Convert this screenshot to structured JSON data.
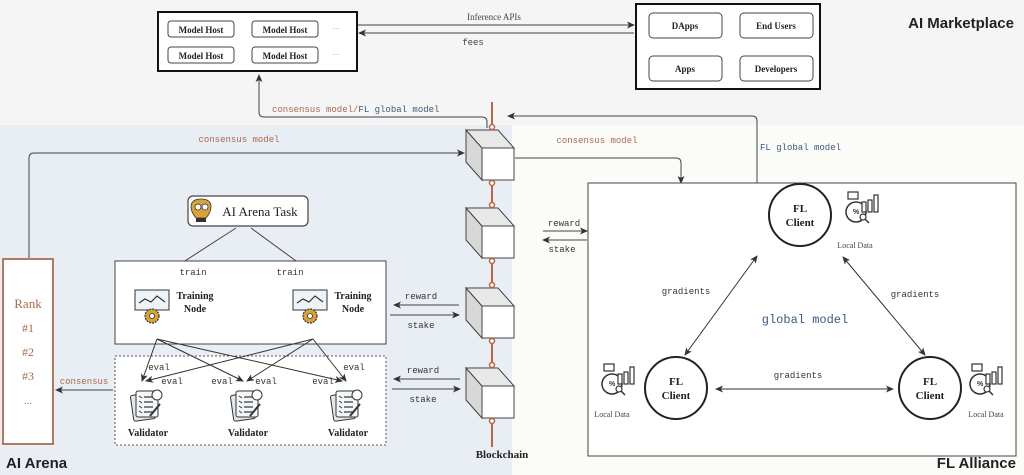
{
  "regions": {
    "marketplace": "AI Marketplace",
    "arena": "AI Arena",
    "alliance": "FL Alliance",
    "blockchain": "Blockchain"
  },
  "colors": {
    "marketplace_bg": "#f5f5f5",
    "arena_bg": "#e9eef4",
    "alliance_bg": "#fbfcf8",
    "consensus_text": "#a86a4f",
    "fl_text": "#3d5a7a",
    "chain_link": "#b8654a",
    "rank_border": "#b07a62",
    "gear": "#d9a23a",
    "line": "#333333"
  },
  "model_hosts": {
    "items": [
      "Model Host",
      "Model Host",
      "Model Host",
      "Model Host"
    ],
    "more": "···"
  },
  "consumers": [
    "DApps",
    "End Users",
    "Apps",
    "Developers"
  ],
  "marketplace_links": {
    "inference": "Inference APIs",
    "fees": "fees"
  },
  "flows": {
    "to_marketplace_part1": "consensus model/",
    "to_marketplace_part2": "FL global model",
    "arena_consensus_model": "consensus model",
    "alliance_consensus_model": "consensus model",
    "fl_global_model": "FL global model"
  },
  "arena": {
    "task": "AI Arena Task",
    "train_label": "train",
    "training_node_line1": "Training",
    "training_node_line2": "Node",
    "eval_label": "eval",
    "validator": "Validator",
    "consensus": "consensus",
    "rank": {
      "title": "Rank",
      "entries": [
        "#1",
        "#2",
        "#3",
        "..."
      ]
    }
  },
  "chain_links": {
    "reward": "reward",
    "stake": "stake"
  },
  "alliance": {
    "client_line1": "FL",
    "client_line2": "Client",
    "local_data": "Local Data",
    "gradients": "gradients",
    "global_model": "global model"
  }
}
